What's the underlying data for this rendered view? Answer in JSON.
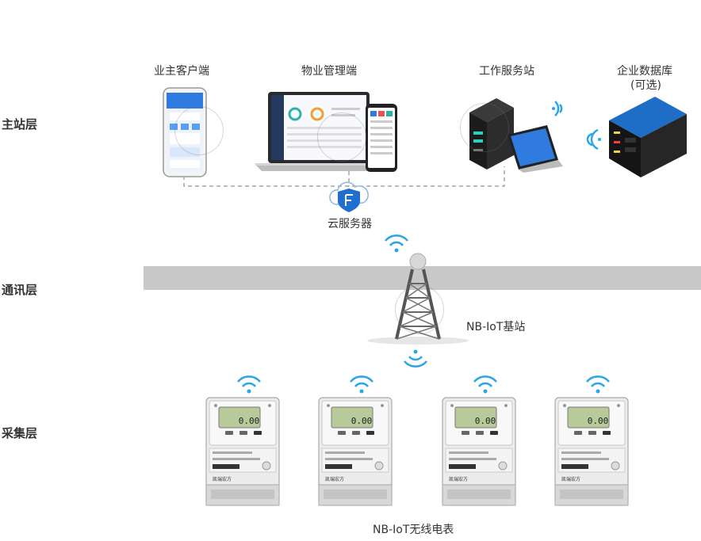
{
  "layers": {
    "master": "主站层",
    "comm": "通讯层",
    "collect": "采集层"
  },
  "nodes": {
    "owner_client": "业主客户端",
    "property_client": "物业管理端",
    "work_server": "工作服务站",
    "enterprise_db": "企业数据库",
    "enterprise_db_optional": "(可选)",
    "cloud_server": "云服务器",
    "nbiot_station": "NB-IoT基站",
    "nbiot_meter": "NB-IoT无线电表"
  },
  "meter": {
    "display": "0.00",
    "brand": "凯瑞宏方"
  },
  "colors": {
    "wifi": "#2aa6e8",
    "cloud_shield": "#1e6fd0",
    "band": "#c8c8c8",
    "dashed_line": "#777777",
    "db_top": "#1e6ec8"
  }
}
